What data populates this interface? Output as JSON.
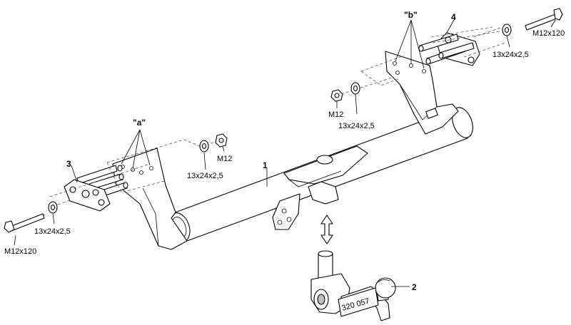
{
  "labels": {
    "part_1": "1",
    "part_2": "2",
    "part_3": "3",
    "part_4": "4",
    "group_a": "\"a\"",
    "group_b": "\"b\"",
    "bolt_left": "M12x120",
    "bolt_right": "M12x120",
    "washer_left_bottom": "13x24x2,5",
    "washer_left_top": "13x24x2,5",
    "nut_left": "M12",
    "nut_right": "M12",
    "washer_right_mid": "13x24x2,5",
    "washer_right_top": "13x24x2,5",
    "ball_plate": "320 057"
  }
}
